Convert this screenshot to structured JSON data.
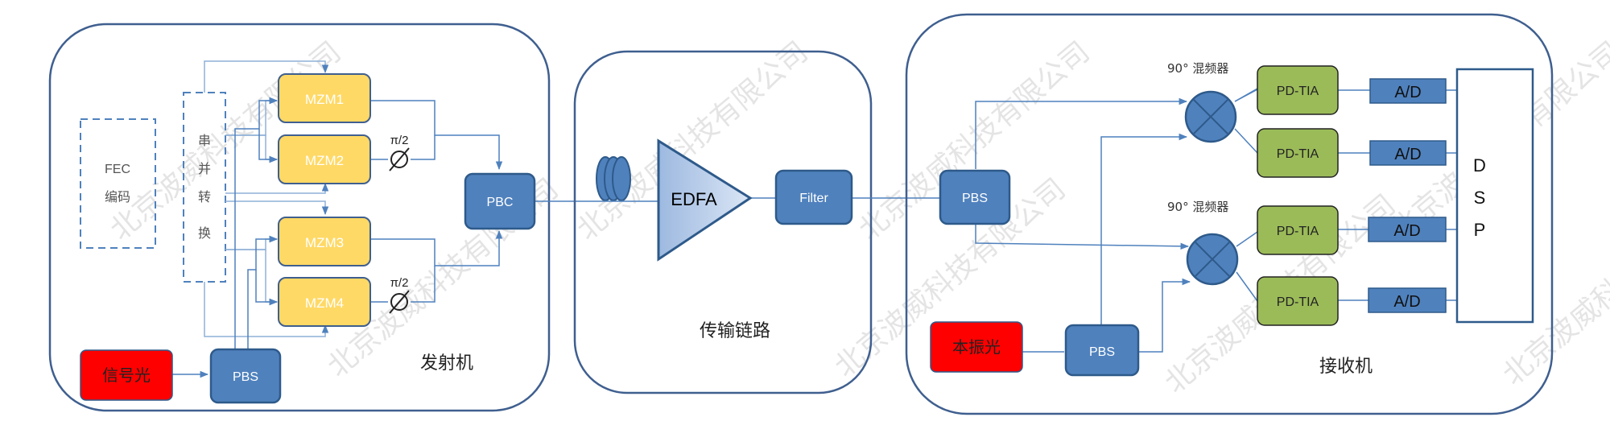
{
  "transmitter": {
    "fec_line1": "FEC",
    "fec_line2": "编码",
    "sp_chars": [
      "串",
      "并",
      "转",
      "换"
    ],
    "mzm": [
      "MZM1",
      "MZM2",
      "MZM3",
      "MZM4"
    ],
    "pi2_1": "π/2",
    "pi2_2": "π/2",
    "pbc": "PBC",
    "signal": "信号光",
    "pbs": "PBS",
    "label": "发射机"
  },
  "link": {
    "edfa": "EDFA",
    "filter": "Filter",
    "label": "传输链路"
  },
  "receiver": {
    "pbs_top": "PBS",
    "pbs_bottom": "PBS",
    "lo": "本振光",
    "hybrid_label_1": "90° 混频器",
    "hybrid_label_2": "90° 混频器",
    "pd": [
      "PD-TIA",
      "PD-TIA",
      "PD-TIA",
      "PD-TIA"
    ],
    "ad": [
      "A/D",
      "A/D",
      "A/D",
      "A/D"
    ],
    "dsp": [
      "D",
      "S",
      "P"
    ],
    "label": "接收机"
  },
  "watermark": "北京波威科技有限公司",
  "colors": {
    "panel_border": "#3f5f8f",
    "blue_block": "#4f81bd",
    "blue_block_border": "#2e5a8a",
    "yellow_block": "#ffd966",
    "yellow_block_border": "#3f5f8f",
    "green_block": "#9bbb59",
    "red_block": "#ff0000",
    "line": "#4f81bd"
  }
}
